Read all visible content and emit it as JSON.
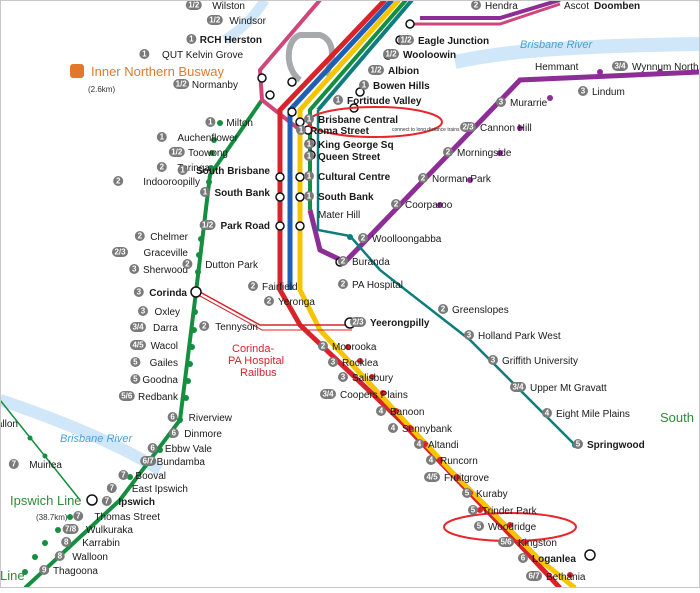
{
  "map": {
    "line_labels": {
      "ipswich": "Ipswich Line",
      "ipswich_dist": "(38.7km)",
      "busway": "Inner Northern Busway",
      "busway_dist": "(2.6km)",
      "springwood_suffix": "South",
      "left_edge": "Line"
    },
    "rivers": {
      "top": "Brisbane River",
      "bottom": "Brisbane River"
    },
    "railbus": [
      "Corinda-",
      "PA Hospital",
      "Railbus"
    ],
    "colors": {
      "blue_line": "#1f5fb5",
      "red_line": "#d8232a",
      "yellow_line": "#f6c500",
      "green_line": "#148f3f",
      "purple_line": "#8c2e96",
      "teal_line": "#0f7d7d",
      "pink_line": "#d0457a",
      "grey_line": "#a7a9ac",
      "river": "#a6d4f2",
      "zone": "#7a7a7a",
      "access": "#1e59b5",
      "parking": "#7b2f8e",
      "highlight": "#e8262c",
      "busway": "#e3782a"
    },
    "stations": [
      {
        "id": "wilston",
        "name": "Wilston",
        "zone": "1/2"
      },
      {
        "id": "windsor",
        "name": "Windsor",
        "zone": "1/2"
      },
      {
        "id": "rch",
        "name": "RCH Herston",
        "zone": "1"
      },
      {
        "id": "qut",
        "name": "QUT Kelvin Grove",
        "zone": "1"
      },
      {
        "id": "normanby",
        "name": "Normanby",
        "zone": "1/2"
      },
      {
        "id": "milton",
        "name": "Milton",
        "zone": "1"
      },
      {
        "id": "auchenflower",
        "name": "Auchenflower",
        "zone": "1"
      },
      {
        "id": "toowong",
        "name": "Toowong",
        "zone": "1/2"
      },
      {
        "id": "taringa",
        "name": "Taringa",
        "zone": "2"
      },
      {
        "id": "indooroopilly",
        "name": "Indooroopilly",
        "zone": "2"
      },
      {
        "id": "chelmer",
        "name": "Chelmer",
        "zone": "2"
      },
      {
        "id": "graceville",
        "name": "Graceville",
        "zone": "2/3"
      },
      {
        "id": "sherwood",
        "name": "Sherwood",
        "zone": "3"
      },
      {
        "id": "corinda",
        "name": "Corinda",
        "zone": "3"
      },
      {
        "id": "oxley",
        "name": "Oxley",
        "zone": "3"
      },
      {
        "id": "darra",
        "name": "Darra",
        "zone": "3/4"
      },
      {
        "id": "wacol",
        "name": "Wacol",
        "zone": "4/5"
      },
      {
        "id": "gailes",
        "name": "Gailes",
        "zone": "5"
      },
      {
        "id": "goodna",
        "name": "Goodna",
        "zone": "5"
      },
      {
        "id": "redbank",
        "name": "Redbank",
        "zone": "5/6"
      },
      {
        "id": "riverview",
        "name": "Riverview",
        "zone": "6"
      },
      {
        "id": "dinmore",
        "name": "Dinmore",
        "zone": "6"
      },
      {
        "id": "ebbwvale",
        "name": "Ebbw Vale",
        "zone": "6"
      },
      {
        "id": "bundamba",
        "name": "Bundamba",
        "zone": "6/7"
      },
      {
        "id": "booval",
        "name": "Booval",
        "zone": "7"
      },
      {
        "id": "eastipswich",
        "name": "East Ipswich",
        "zone": "7"
      },
      {
        "id": "ipswich",
        "name": "Ipswich",
        "zone": "7"
      },
      {
        "id": "thomasst",
        "name": "Thomas Street",
        "zone": "7"
      },
      {
        "id": "wulkuraka",
        "name": "Wulkuraka",
        "zone": "7/8"
      },
      {
        "id": "karrabin",
        "name": "Karrabin",
        "zone": "8"
      },
      {
        "id": "walloon",
        "name": "Walloon",
        "zone": "8"
      },
      {
        "id": "thagoona",
        "name": "Thagoona",
        "zone": "9"
      },
      {
        "id": "muirlea",
        "name": "Muirlea",
        "zone": "7"
      },
      {
        "id": "wallon",
        "name": "allon",
        "zone": ""
      },
      {
        "id": "eaglejunction",
        "name": "Eagle Junction",
        "zone": "1/2"
      },
      {
        "id": "wooloowin",
        "name": "Wooloowin",
        "zone": "1/2"
      },
      {
        "id": "albion",
        "name": "Albion",
        "zone": "1/2"
      },
      {
        "id": "bowenhills",
        "name": "Bowen Hills",
        "zone": "1"
      },
      {
        "id": "fortitude",
        "name": "Fortitude Valley",
        "zone": "1"
      },
      {
        "id": "central",
        "name": "Brisbane Central",
        "zone": "1"
      },
      {
        "id": "romast",
        "name": "Roma Street",
        "zone": "1",
        "note": "connect to long distance trains"
      },
      {
        "id": "kgs",
        "name": "King George Sq",
        "zone": "1"
      },
      {
        "id": "qst",
        "name": "Queen Street",
        "zone": "1"
      },
      {
        "id": "cultural",
        "name": "Cultural Centre",
        "zone": "1"
      },
      {
        "id": "southbankbus",
        "name": "South Bank",
        "zone": "1"
      },
      {
        "id": "materhill",
        "name": "Mater Hill",
        "zone": ""
      },
      {
        "id": "woolloongabba",
        "name": "Woolloongabba",
        "zone": "2"
      },
      {
        "id": "southbrisbane",
        "name": "South Brisbane",
        "zone": "1"
      },
      {
        "id": "southbank",
        "name": "South Bank",
        "zone": "1"
      },
      {
        "id": "parkroad",
        "name": "Park Road",
        "zone": "1/2"
      },
      {
        "id": "duttonpark",
        "name": "Dutton Park",
        "zone": "2"
      },
      {
        "id": "fairfield",
        "name": "Fairfield",
        "zone": "2"
      },
      {
        "id": "yeronga",
        "name": "Yeronga",
        "zone": "2"
      },
      {
        "id": "tennyson",
        "name": "Tennyson",
        "zone": "2"
      },
      {
        "id": "pahospital",
        "name": "PA Hospital",
        "zone": "2"
      },
      {
        "id": "yeerongpilly",
        "name": "Yeerongpilly",
        "zone": "2/3"
      },
      {
        "id": "moorooka",
        "name": "Moorooka",
        "zone": "2"
      },
      {
        "id": "rocklea",
        "name": "Rocklea",
        "zone": "3"
      },
      {
        "id": "salisbury",
        "name": "Salisbury",
        "zone": "3"
      },
      {
        "id": "coopersplains",
        "name": "Coopers Plains",
        "zone": "3/4"
      },
      {
        "id": "banoon",
        "name": "Banoon",
        "zone": "4"
      },
      {
        "id": "sunnybank",
        "name": "Sunnybank",
        "zone": "4"
      },
      {
        "id": "altandi",
        "name": "Altandi",
        "zone": "4"
      },
      {
        "id": "runcorn",
        "name": "Runcorn",
        "zone": "4"
      },
      {
        "id": "fruitgrove",
        "name": "Fruitgrove",
        "zone": "4/5"
      },
      {
        "id": "kuraby",
        "name": "Kuraby",
        "zone": "5"
      },
      {
        "id": "trinderpark",
        "name": "Trinder Park",
        "zone": "5"
      },
      {
        "id": "woodridge",
        "name": "Woodridge",
        "zone": "5"
      },
      {
        "id": "kingston",
        "name": "Kingston",
        "zone": "5/6"
      },
      {
        "id": "loganlea",
        "name": "Loganlea",
        "zone": "6"
      },
      {
        "id": "bethania",
        "name": "Bethania",
        "zone": "6/7"
      },
      {
        "id": "buranda",
        "name": "Buranda",
        "zone": "2"
      },
      {
        "id": "greenslopes",
        "name": "Greenslopes",
        "zone": "2"
      },
      {
        "id": "hollandpark",
        "name": "Holland Park West",
        "zone": "3"
      },
      {
        "id": "griffith",
        "name": "Griffith University",
        "zone": "3"
      },
      {
        "id": "uppermtgravatt",
        "name": "Upper Mt Gravatt",
        "zone": "3/4"
      },
      {
        "id": "eightmile",
        "name": "Eight Mile Plains",
        "zone": "4"
      },
      {
        "id": "springwood",
        "name": "Springwood",
        "zone": "5"
      },
      {
        "id": "hendra",
        "name": "Hendra",
        "zone": "2"
      },
      {
        "id": "ascot",
        "name": "Ascot",
        "zone": ""
      },
      {
        "id": "doomben",
        "name": "Doomben",
        "zone": ""
      },
      {
        "id": "hemmant",
        "name": "Hemmant",
        "zone": ""
      },
      {
        "id": "wynnumnorth",
        "name": "Wynnum North",
        "zone": "3/4"
      },
      {
        "id": "lindum",
        "name": "Lindum",
        "zone": "3"
      },
      {
        "id": "murarrie",
        "name": "Murarrie",
        "zone": "3"
      },
      {
        "id": "cannonhill",
        "name": "Cannon Hill",
        "zone": "2/3"
      },
      {
        "id": "morningside",
        "name": "Morningside",
        "zone": "2"
      },
      {
        "id": "normanpark",
        "name": "Norman Park",
        "zone": "2"
      },
      {
        "id": "coorparoo",
        "name": "Coorparoo",
        "zone": "2"
      }
    ],
    "highlighted": [
      "Brisbane Central",
      "Woodridge"
    ]
  }
}
